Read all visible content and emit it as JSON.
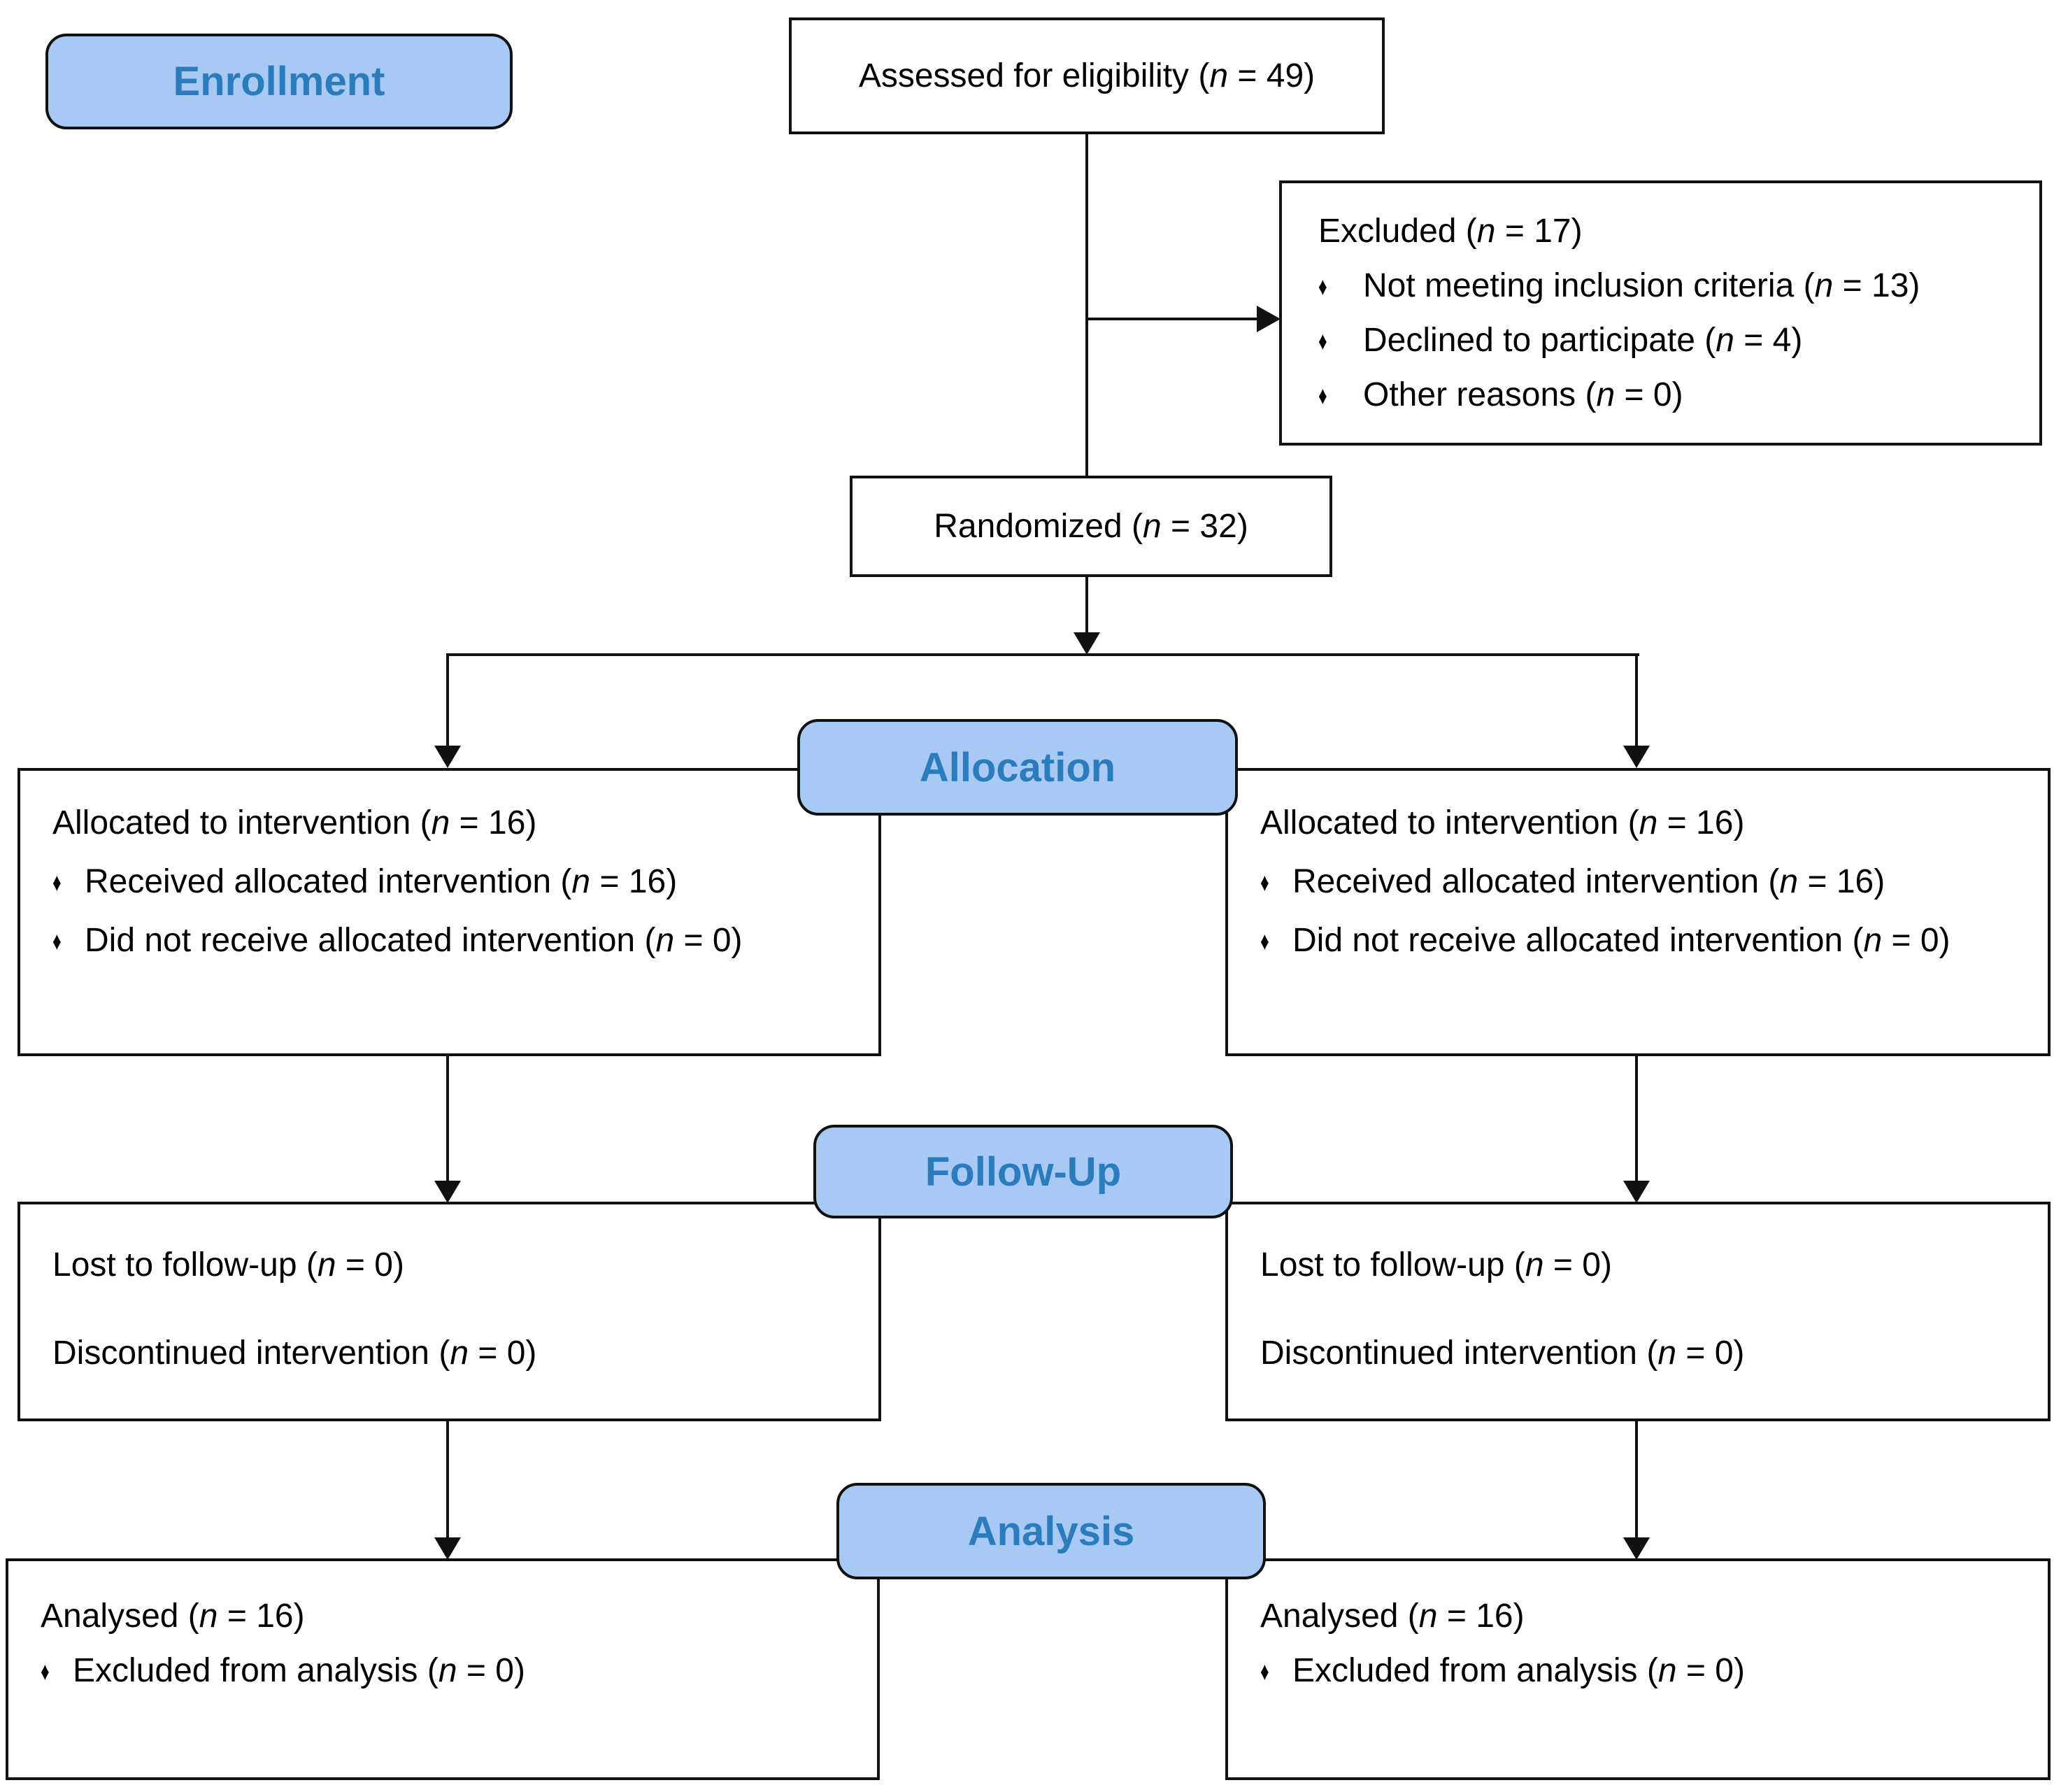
{
  "stages": {
    "enrollment": "Enrollment",
    "allocation": "Allocation",
    "followup": "Follow-Up",
    "analysis": "Analysis"
  },
  "enrollment_row": {
    "assessed": "Assessed for eligibility (n = 49)",
    "excluded": {
      "title": "Excluded (n = 17)",
      "bullets": [
        "Not meeting inclusion criteria (n = 13)",
        "Declined to participate (n = 4)",
        "Other reasons (n = 0)"
      ]
    },
    "randomized": "Randomized (n = 32)"
  },
  "columns": [
    {
      "side": "left",
      "allocation": {
        "title": "Allocated to intervention (n = 16)",
        "bullets": [
          "Received allocated intervention (n = 16)",
          "Did not receive allocated intervention (n = 0)"
        ]
      },
      "followup": {
        "lines": [
          "Lost to follow-up (n = 0)",
          "Discontinued intervention (n = 0)"
        ]
      },
      "analysis": {
        "title": "Analysed (n = 16)",
        "bullets": [
          "Excluded from analysis (n = 0)"
        ]
      }
    },
    {
      "side": "right",
      "allocation": {
        "title": "Allocated to intervention (n = 16)",
        "bullets": [
          "Received allocated intervention (n = 16)",
          "Did not receive allocated intervention (n = 0)"
        ]
      },
      "followup": {
        "lines": [
          "Lost to follow-up (n = 0)",
          "Discontinued intervention (n = 0)"
        ]
      },
      "analysis": {
        "title": "Analysed (n = 16)",
        "bullets": [
          "Excluded from analysis (n = 0)"
        ]
      }
    }
  ],
  "glyphs": {
    "bullet": "♦"
  },
  "colors": {
    "stage_fill": "#a7c9f4",
    "stage_text": "#2b7cbd",
    "line": "#111111"
  }
}
